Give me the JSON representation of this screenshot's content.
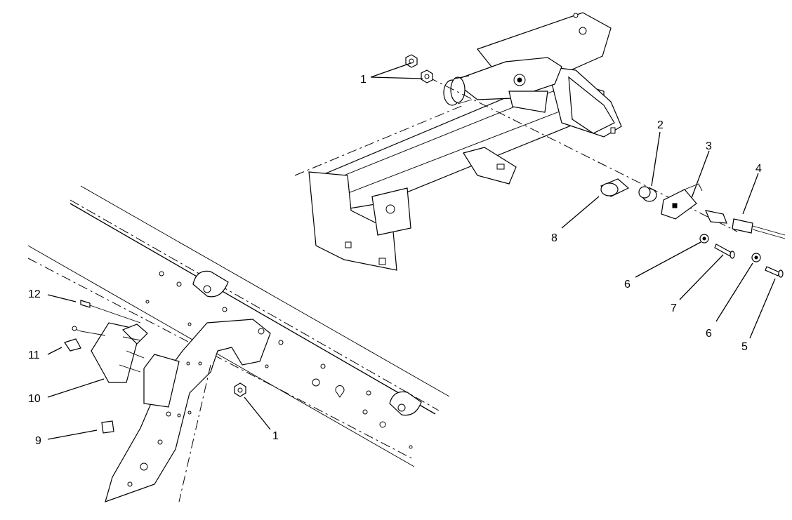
{
  "callouts": [
    {
      "id": "c1a",
      "label": "1"
    },
    {
      "id": "c2",
      "label": "2"
    },
    {
      "id": "c3",
      "label": "3"
    },
    {
      "id": "c4",
      "label": "4"
    },
    {
      "id": "c8",
      "label": "8"
    },
    {
      "id": "c6a",
      "label": "6"
    },
    {
      "id": "c7",
      "label": "7"
    },
    {
      "id": "c6b",
      "label": "6"
    },
    {
      "id": "c5",
      "label": "5"
    },
    {
      "id": "c12",
      "label": "12"
    },
    {
      "id": "c11",
      "label": "11"
    },
    {
      "id": "c10",
      "label": "10"
    },
    {
      "id": "c9",
      "label": "9"
    },
    {
      "id": "c1b",
      "label": "1"
    }
  ]
}
